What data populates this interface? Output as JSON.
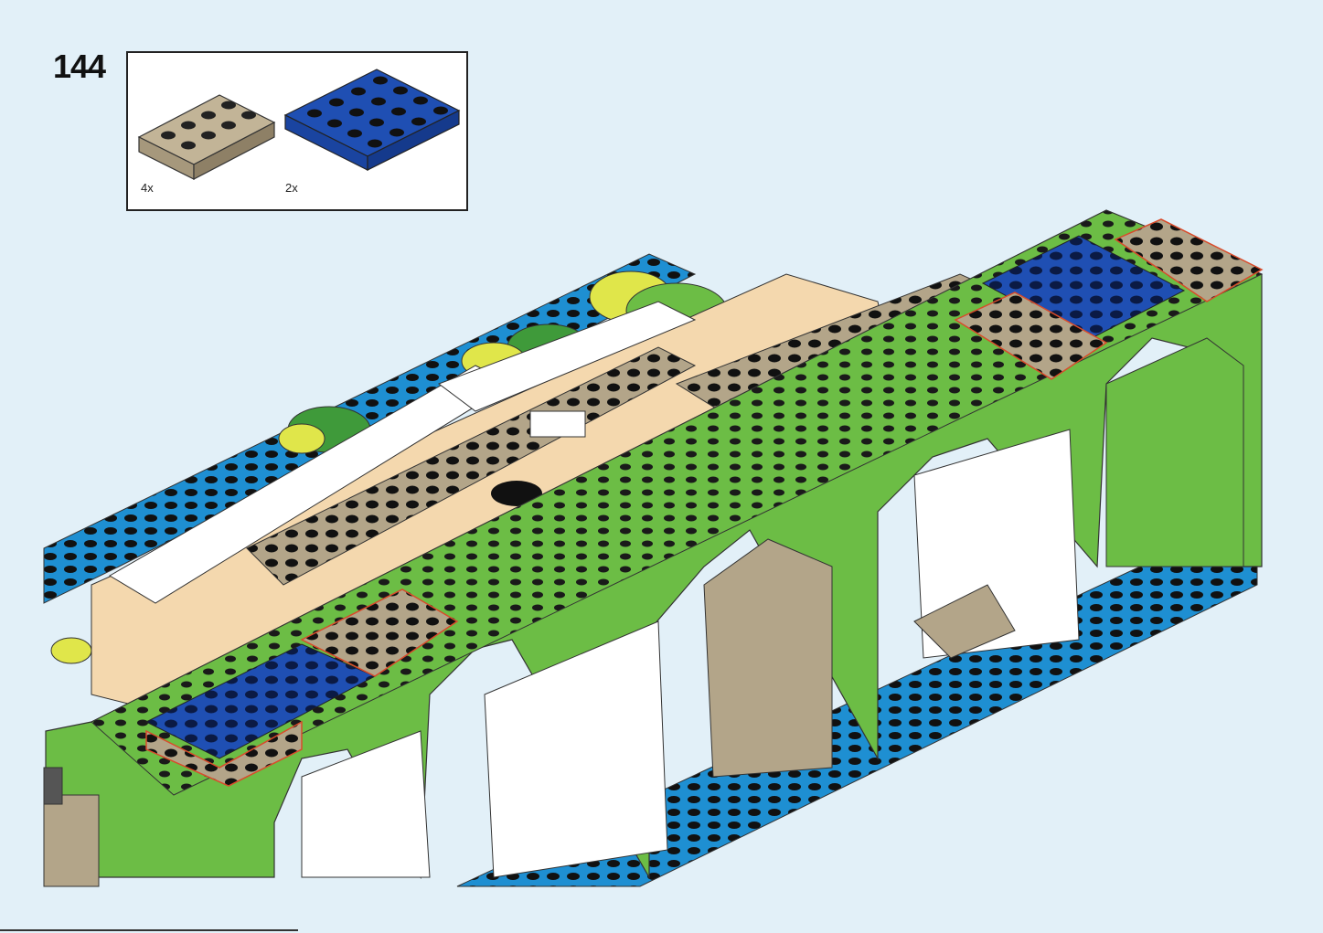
{
  "step": {
    "number": "144"
  },
  "parts": [
    {
      "name": "tan-plate-2x4",
      "color": "#b3a589",
      "quantity": "4x"
    },
    {
      "name": "blue-plate-4x4",
      "color": "#1f4fb3",
      "quantity": "2x"
    }
  ],
  "colors": {
    "background": "#e2f0f8",
    "green": "#6cbd45",
    "tan": "#f4d8ae",
    "dark_tan": "#b3a589",
    "blue_base": "#1e8fd2",
    "blue_plate": "#1f4fb3",
    "white": "#ffffff"
  }
}
